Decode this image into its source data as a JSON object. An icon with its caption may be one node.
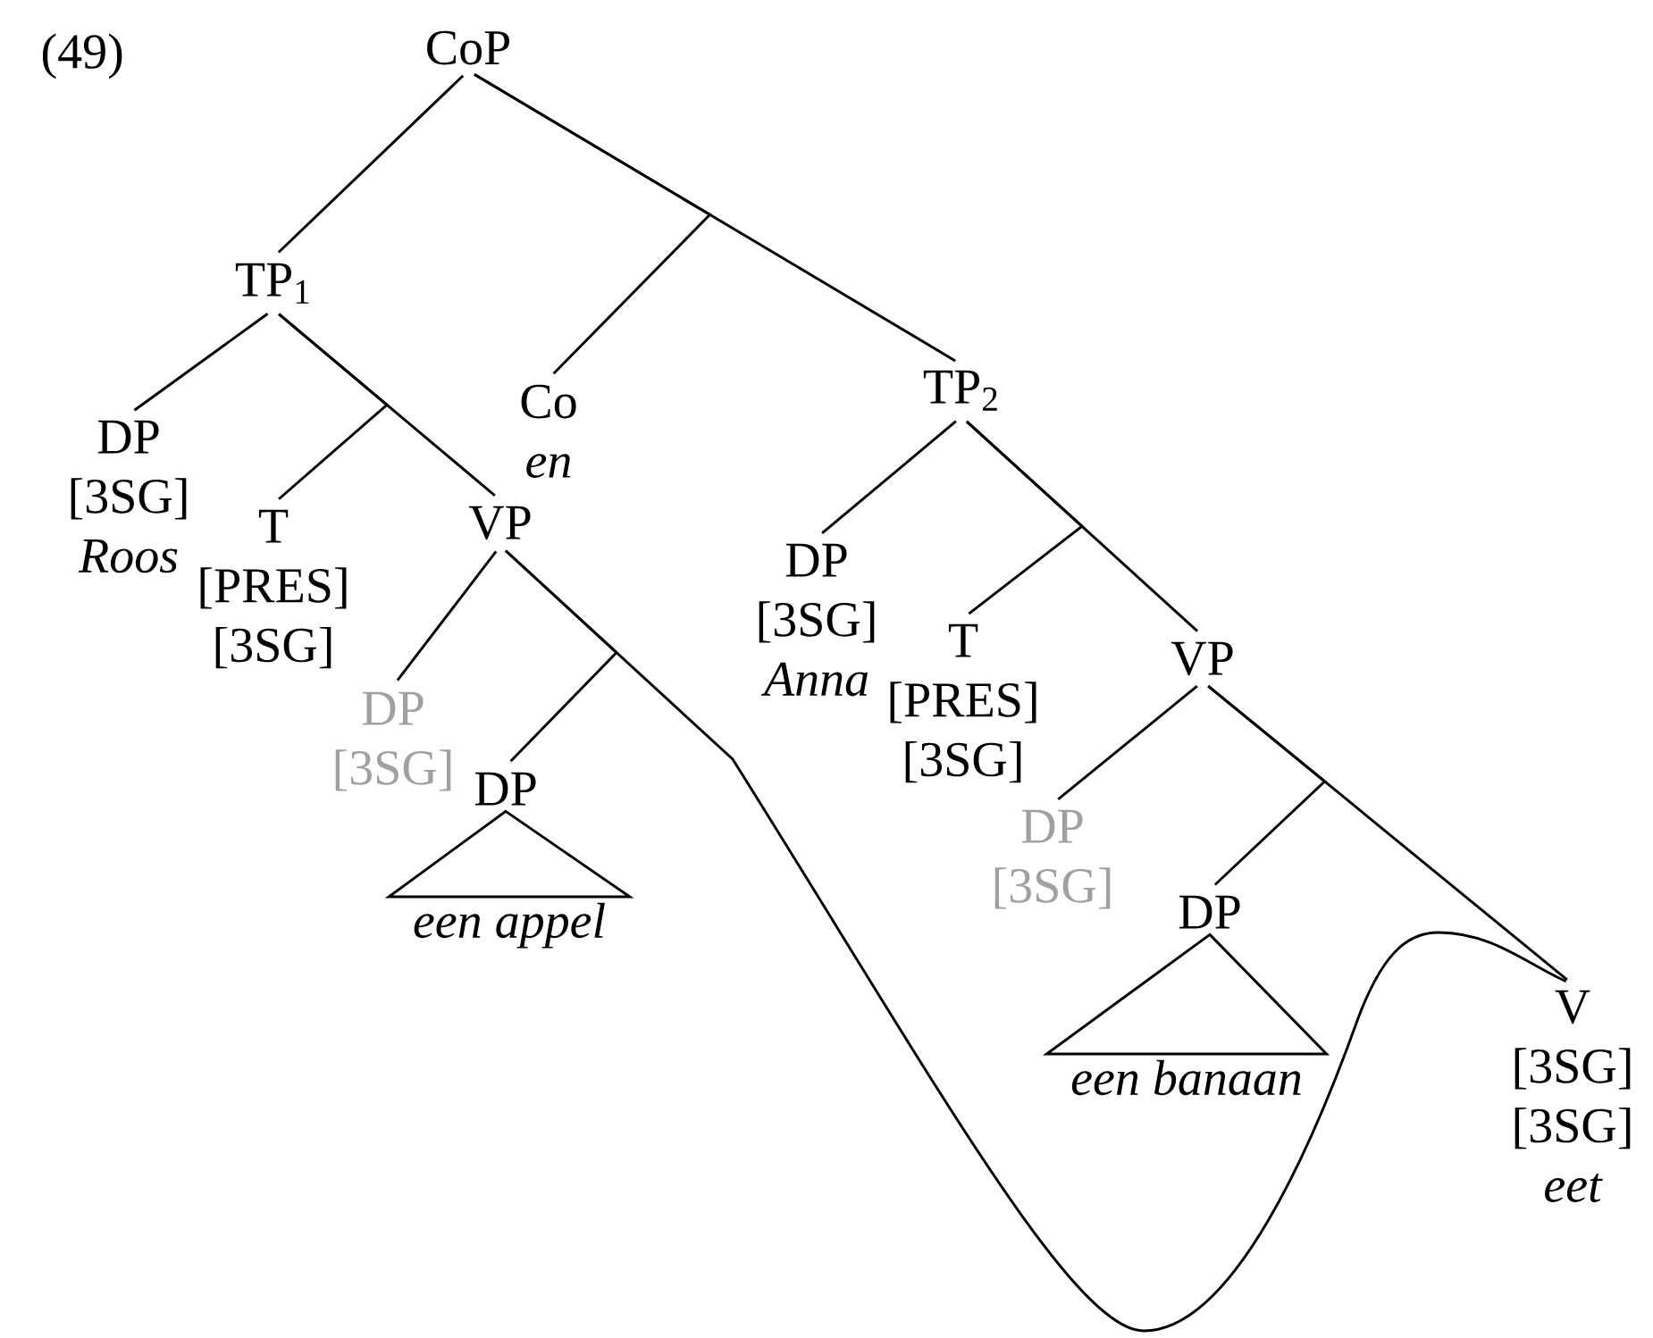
{
  "diagram": {
    "nodes": [
      {
        "text": [
          "CoP"
        ]
      },
      {
        "text": [
          "TP$_{1}$"
        ]
      },
      {
        "text": [
          "DP",
          "[3SG]",
          "Roos"
        ]
      },
      {
        "text": [
          "T",
          "[PRES]",
          "[3SG]"
        ]
      },
      {
        "text": [
          "VP"
        ]
      },
      {
        "text": [
          "Co",
          "en"
        ]
      },
      {
        "text": [
          "TP$_{2}$"
        ]
      },
      {
        "text": [
          "DP",
          "[3SG]",
          "Anna"
        ]
      },
      {
        "text": [
          "T",
          "[PRES]",
          "[3SG]"
        ]
      },
      {
        "text": [
          "VP"
        ]
      },
      {
        "text": [
          "DP",
          "[3SG]"
        ]
      },
      {
        "text": [
          "DP"
        ]
      },
      {
        "text": [
          "een appel"
        ]
      },
      {
        "text": [
          "DP",
          "[3SG]"
        ]
      },
      {
        "text": [
          "DP"
        ]
      },
      {
        "text": [
          "een banaan"
        ]
      },
      {
        "text": [
          "V",
          "[3SG]",
          "[3SG]",
          "eet"
        ]
      }
    ],
    "edges": [
      {
        "from": 0,
        "to": 1,
        "arrow": "none"
      },
      {
        "from": 0,
        "to": 5,
        "arrow": "none"
      },
      {
        "from": 0,
        "to": 6,
        "arrow": "none"
      },
      {
        "from": 1,
        "to": 2,
        "arrow": "none"
      },
      {
        "from": 1,
        "to": 3,
        "arrow": "none"
      },
      {
        "from": 1,
        "to": 4,
        "arrow": "none"
      },
      {
        "from": 6,
        "to": 7,
        "arrow": "none"
      },
      {
        "from": 6,
        "to": 8,
        "arrow": "none"
      },
      {
        "from": 6,
        "to": 9,
        "arrow": "none"
      },
      {
        "from": 4,
        "to": 10,
        "arrow": "none"
      },
      {
        "from": 4,
        "to": 11,
        "arrow": "none"
      },
      {
        "from": 4,
        "to": 16,
        "arrow": "none"
      },
      {
        "from": 11,
        "to": 12,
        "arrow": "none"
      },
      {
        "from": 9,
        "to": 13,
        "arrow": "none"
      },
      {
        "from": 9,
        "to": 14,
        "arrow": "none"
      },
      {
        "from": 9,
        "to": 16,
        "arrow": "none"
      },
      {
        "from": 14,
        "to": 15,
        "arrow": "none"
      }
    ],
    "labels": [
      "(49)"
    ]
  }
}
